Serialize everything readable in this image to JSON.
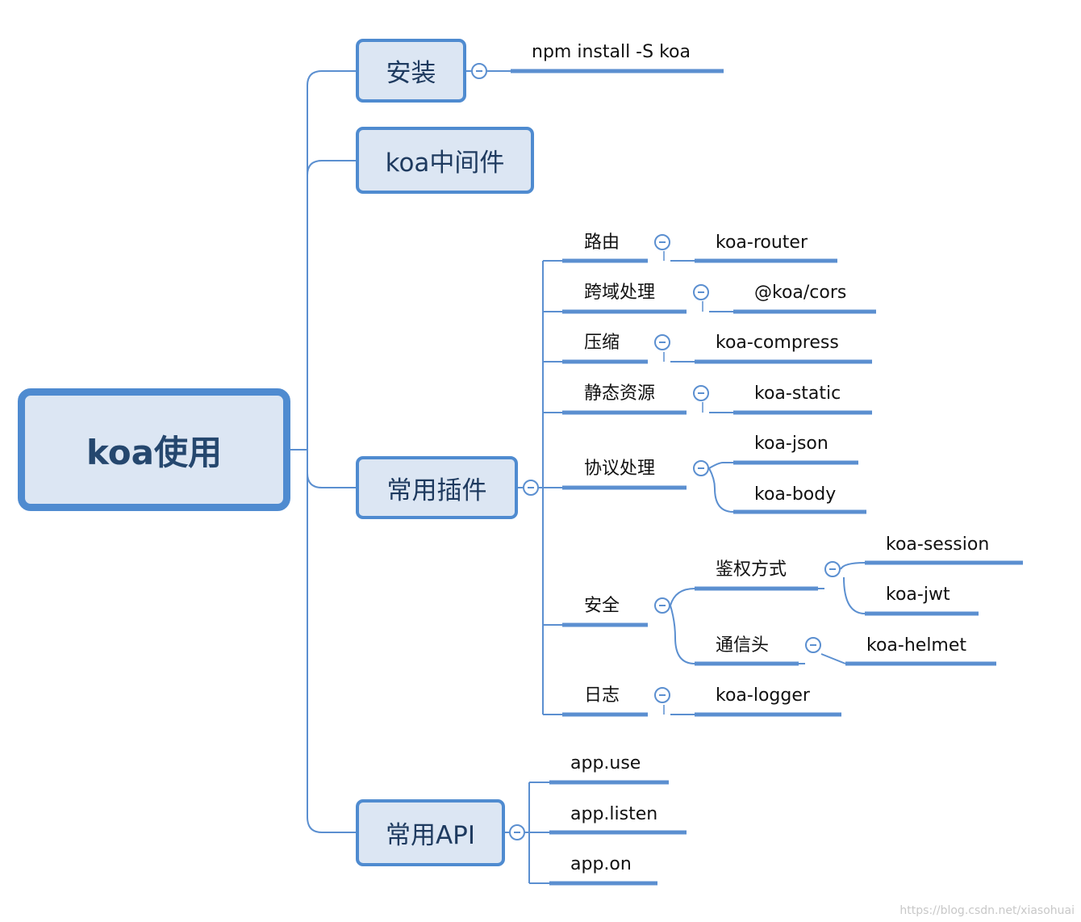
{
  "root": {
    "label": "koa使用"
  },
  "branches": {
    "install": {
      "label": "安装",
      "command": "npm install -S koa"
    },
    "middleware": {
      "label": "koa中间件"
    },
    "plugins": {
      "label": "常用插件",
      "routing": {
        "label": "路由",
        "pkg": "koa-router"
      },
      "cors": {
        "label": "跨域处理",
        "pkg": "@koa/cors"
      },
      "compress": {
        "label": "压缩",
        "pkg": "koa-compress"
      },
      "static": {
        "label": "静态资源",
        "pkg": "koa-static"
      },
      "protocol": {
        "label": "协议处理",
        "pkgs": [
          "koa-json",
          "koa-body"
        ]
      },
      "security": {
        "label": "安全",
        "auth": {
          "label": "鉴权方式",
          "pkgs": [
            "koa-session",
            "koa-jwt"
          ]
        },
        "headers": {
          "label": "通信头",
          "pkg": "koa-helmet"
        }
      },
      "logging": {
        "label": "日志",
        "pkg": "koa-logger"
      }
    },
    "api": {
      "label": "常用API",
      "items": [
        "app.use",
        "app.listen",
        "app.on"
      ]
    }
  },
  "watermark": "https://blog.csdn.net/xiasohuai"
}
